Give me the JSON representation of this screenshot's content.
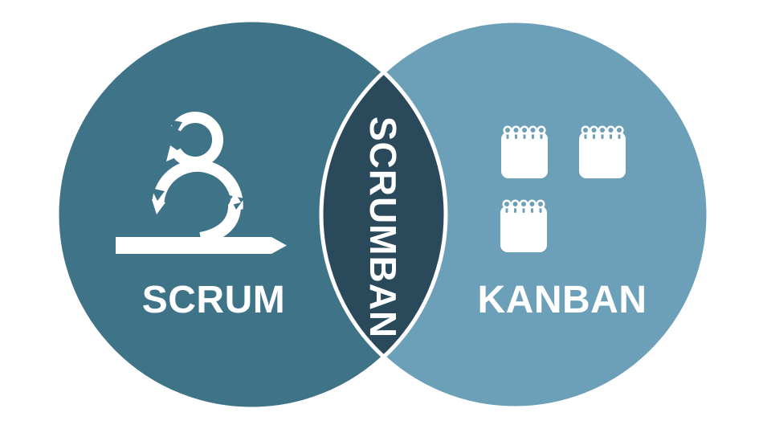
{
  "diagram": {
    "type": "venn-2-circles",
    "left_set": {
      "label": "SCRUM",
      "color": "#3E7388",
      "label_color": "#FFFFFF",
      "icon": "scrum-sprint-loop-icon"
    },
    "right_set": {
      "label": "KANBAN",
      "color": "#6CA0B8",
      "label_color": "#FFFFFF",
      "icon": "kanban-notepad-icon",
      "icon_count": 3
    },
    "intersection": {
      "label": "SCRUMBAN",
      "color": "#2A4A5C",
      "label_color": "#FFFFFF",
      "label_rotation_deg": 90
    }
  },
  "colors": {
    "c-left": "#3E7388",
    "c-right": "#6CA0B8",
    "c-lens": "#2A4A5C",
    "c-bg": "#FFFFFF",
    "c-icon": "#FFFFFF"
  }
}
